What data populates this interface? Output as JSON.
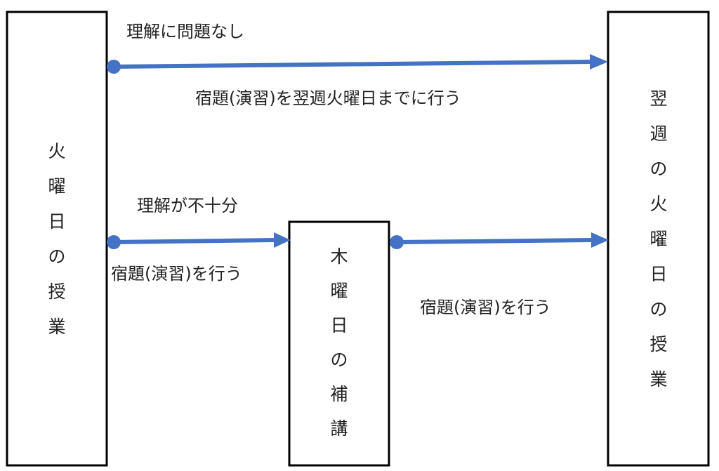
{
  "boxes": {
    "left": "火曜日の授業",
    "middle": "木曜日の補講",
    "right": "翌週の火曜日の授業"
  },
  "labels": {
    "understood": "理解に問題なし",
    "homework_by_next_tuesday": "宿題(演習)を翌週火曜日までに行う",
    "insufficient": "理解が不十分",
    "homework_1": "宿題(演習)を行う",
    "homework_2": "宿題(演習)を行う"
  },
  "colors": {
    "arrow": "#4472C4"
  }
}
